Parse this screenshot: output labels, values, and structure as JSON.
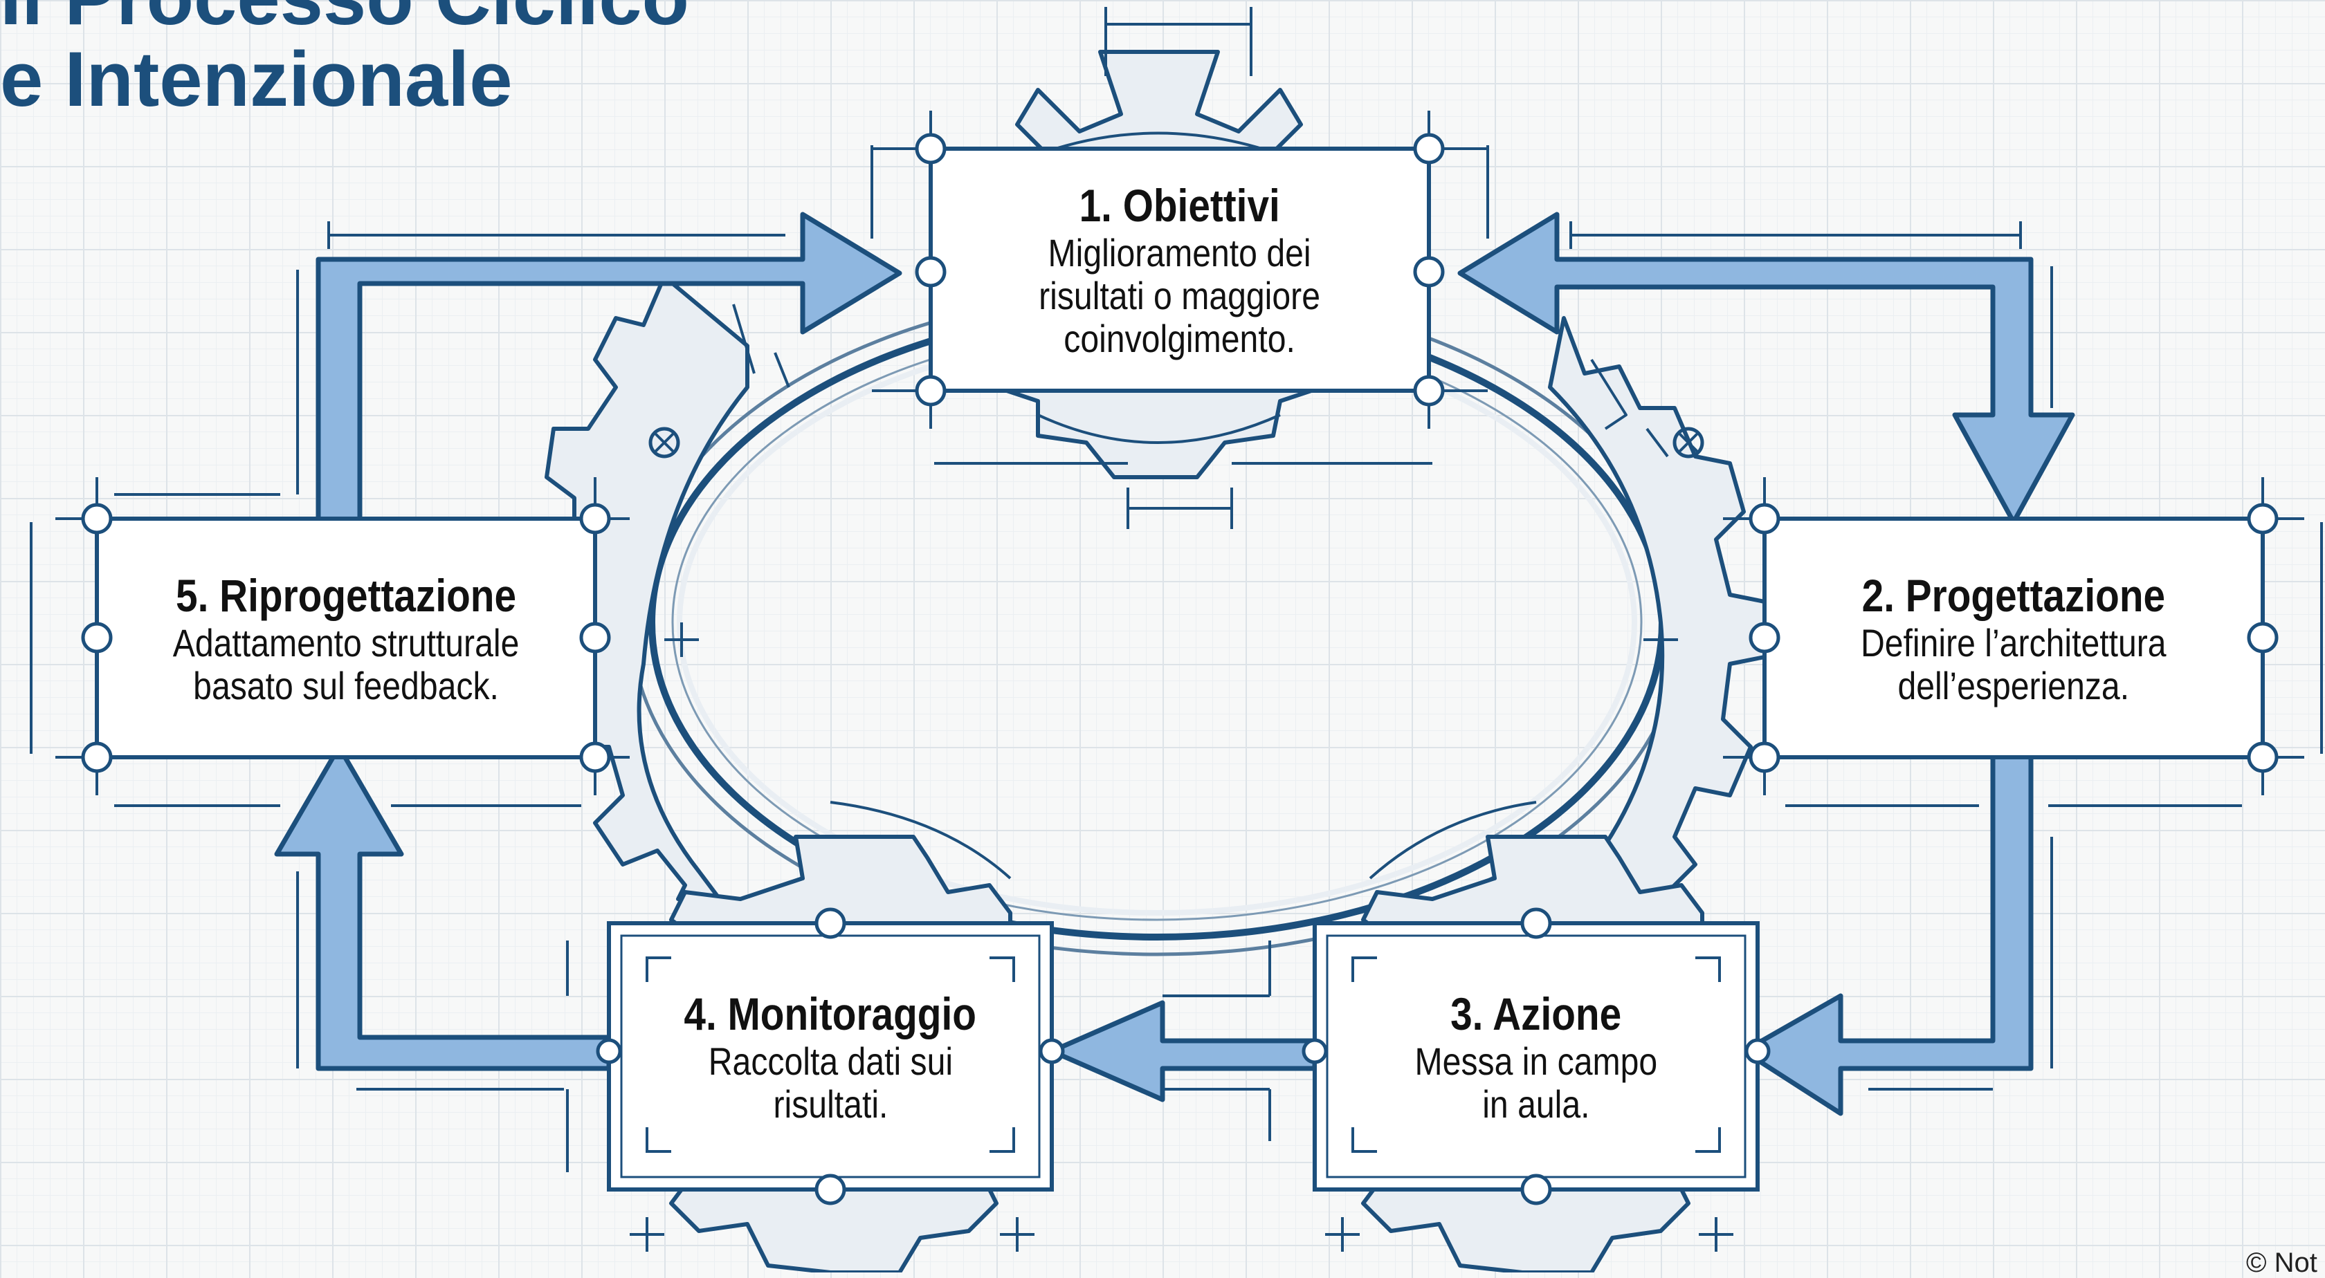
{
  "title": {
    "line1": "Il Processo Ciclico",
    "line2": "e Intenzionale"
  },
  "steps": [
    {
      "title": "1. Obiettivi",
      "desc": "Miglioramento dei\nrisultati o maggiore\ncoinvolgimento."
    },
    {
      "title": "2. Progettazione",
      "desc": "Definire l’architettura\ndell’esperienza."
    },
    {
      "title": "3. Azione",
      "desc": "Messa in campo\nin aula."
    },
    {
      "title": "4. Monitoraggio",
      "desc": "Raccolta dati sui\nrisultati."
    },
    {
      "title": "5. Riprogettazione",
      "desc": "Adattamento strutturale\nbasato sul feedback."
    }
  ],
  "copyright": "© Not",
  "colors": {
    "ink": "#1c4f7c",
    "title": "#1c4f7c",
    "arrow_fill": "#8fb7e0",
    "gear_fill": "#e9eef3",
    "box_fill": "#ffffff",
    "grid": "#dde3e8"
  }
}
